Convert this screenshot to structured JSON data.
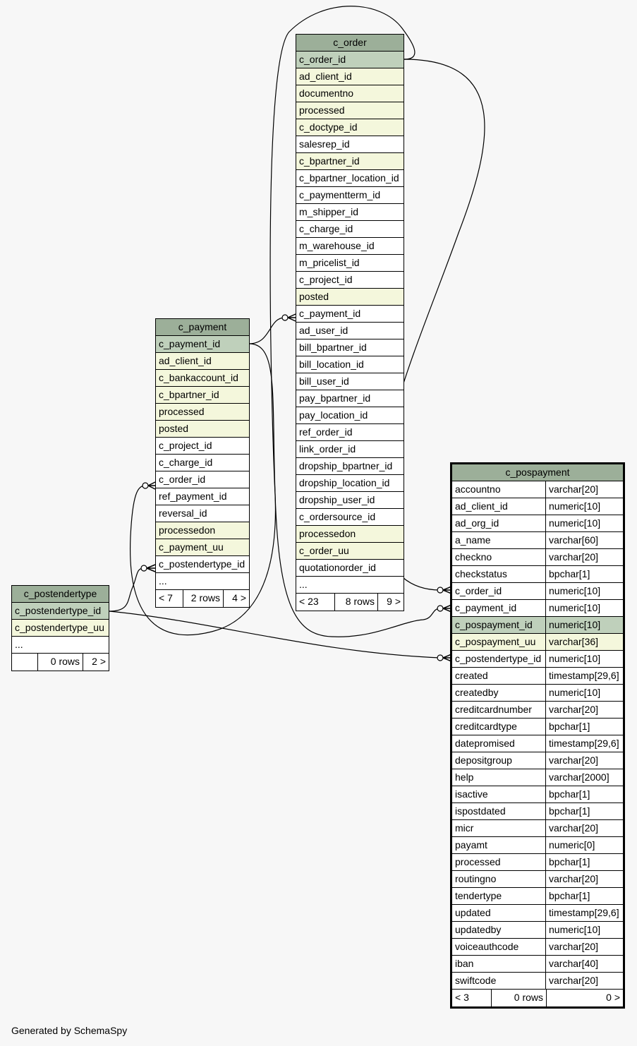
{
  "footer": "Generated by SchemaSpy",
  "tables": {
    "c_order": {
      "title": "c_order",
      "columns": [
        {
          "name": "c_order_id",
          "kind": "pk"
        },
        {
          "name": "ad_client_id",
          "kind": "fk"
        },
        {
          "name": "documentno",
          "kind": "fk"
        },
        {
          "name": "processed",
          "kind": "fk"
        },
        {
          "name": "c_doctype_id",
          "kind": "fk"
        },
        {
          "name": "salesrep_id",
          "kind": ""
        },
        {
          "name": "c_bpartner_id",
          "kind": "fk"
        },
        {
          "name": "c_bpartner_location_id",
          "kind": ""
        },
        {
          "name": "c_paymentterm_id",
          "kind": ""
        },
        {
          "name": "m_shipper_id",
          "kind": ""
        },
        {
          "name": "c_charge_id",
          "kind": ""
        },
        {
          "name": "m_warehouse_id",
          "kind": ""
        },
        {
          "name": "m_pricelist_id",
          "kind": ""
        },
        {
          "name": "c_project_id",
          "kind": ""
        },
        {
          "name": "posted",
          "kind": "fk"
        },
        {
          "name": "c_payment_id",
          "kind": ""
        },
        {
          "name": "ad_user_id",
          "kind": ""
        },
        {
          "name": "bill_bpartner_id",
          "kind": ""
        },
        {
          "name": "bill_location_id",
          "kind": ""
        },
        {
          "name": "bill_user_id",
          "kind": ""
        },
        {
          "name": "pay_bpartner_id",
          "kind": ""
        },
        {
          "name": "pay_location_id",
          "kind": ""
        },
        {
          "name": "ref_order_id",
          "kind": ""
        },
        {
          "name": "link_order_id",
          "kind": ""
        },
        {
          "name": "dropship_bpartner_id",
          "kind": ""
        },
        {
          "name": "dropship_location_id",
          "kind": ""
        },
        {
          "name": "dropship_user_id",
          "kind": ""
        },
        {
          "name": "c_ordersource_id",
          "kind": ""
        },
        {
          "name": "processedon",
          "kind": "fk"
        },
        {
          "name": "c_order_uu",
          "kind": "fk"
        },
        {
          "name": "quotationorder_id",
          "kind": ""
        },
        {
          "name": "...",
          "kind": ""
        }
      ],
      "footer": [
        "< 23",
        "8 rows",
        "9 >"
      ]
    },
    "c_payment": {
      "title": "c_payment",
      "columns": [
        {
          "name": "c_payment_id",
          "kind": "pk"
        },
        {
          "name": "ad_client_id",
          "kind": "fk"
        },
        {
          "name": "c_bankaccount_id",
          "kind": "fk"
        },
        {
          "name": "c_bpartner_id",
          "kind": "fk"
        },
        {
          "name": "processed",
          "kind": "fk"
        },
        {
          "name": "posted",
          "kind": "fk"
        },
        {
          "name": "c_project_id",
          "kind": ""
        },
        {
          "name": "c_charge_id",
          "kind": ""
        },
        {
          "name": "c_order_id",
          "kind": ""
        },
        {
          "name": "ref_payment_id",
          "kind": ""
        },
        {
          "name": "reversal_id",
          "kind": ""
        },
        {
          "name": "processedon",
          "kind": "fk"
        },
        {
          "name": "c_payment_uu",
          "kind": "fk"
        },
        {
          "name": "c_postendertype_id",
          "kind": ""
        },
        {
          "name": "...",
          "kind": ""
        }
      ],
      "footer": [
        "< 7",
        "2 rows",
        "4 >"
      ]
    },
    "c_postendertype": {
      "title": "c_postendertype",
      "columns": [
        {
          "name": "c_postendertype_id",
          "kind": "pk"
        },
        {
          "name": "c_postendertype_uu",
          "kind": "fk"
        },
        {
          "name": "...",
          "kind": ""
        }
      ],
      "footer": [
        "",
        "0 rows",
        "2 >"
      ]
    },
    "c_pospayment": {
      "title": "c_pospayment",
      "columns": [
        {
          "name": "accountno",
          "type": "varchar[20]",
          "kind": ""
        },
        {
          "name": "ad_client_id",
          "type": "numeric[10]",
          "kind": ""
        },
        {
          "name": "ad_org_id",
          "type": "numeric[10]",
          "kind": ""
        },
        {
          "name": "a_name",
          "type": "varchar[60]",
          "kind": ""
        },
        {
          "name": "checkno",
          "type": "varchar[20]",
          "kind": ""
        },
        {
          "name": "checkstatus",
          "type": "bpchar[1]",
          "kind": ""
        },
        {
          "name": "c_order_id",
          "type": "numeric[10]",
          "kind": ""
        },
        {
          "name": "c_payment_id",
          "type": "numeric[10]",
          "kind": ""
        },
        {
          "name": "c_pospayment_id",
          "type": "numeric[10]",
          "kind": "pk"
        },
        {
          "name": "c_pospayment_uu",
          "type": "varchar[36]",
          "kind": "fk"
        },
        {
          "name": "c_postendertype_id",
          "type": "numeric[10]",
          "kind": ""
        },
        {
          "name": "created",
          "type": "timestamp[29,6]",
          "kind": ""
        },
        {
          "name": "createdby",
          "type": "numeric[10]",
          "kind": ""
        },
        {
          "name": "creditcardnumber",
          "type": "varchar[20]",
          "kind": ""
        },
        {
          "name": "creditcardtype",
          "type": "bpchar[1]",
          "kind": ""
        },
        {
          "name": "datepromised",
          "type": "timestamp[29,6]",
          "kind": ""
        },
        {
          "name": "depositgroup",
          "type": "varchar[20]",
          "kind": ""
        },
        {
          "name": "help",
          "type": "varchar[2000]",
          "kind": ""
        },
        {
          "name": "isactive",
          "type": "bpchar[1]",
          "kind": ""
        },
        {
          "name": "ispostdated",
          "type": "bpchar[1]",
          "kind": ""
        },
        {
          "name": "micr",
          "type": "varchar[20]",
          "kind": ""
        },
        {
          "name": "payamt",
          "type": "numeric[0]",
          "kind": ""
        },
        {
          "name": "processed",
          "type": "bpchar[1]",
          "kind": ""
        },
        {
          "name": "routingno",
          "type": "varchar[20]",
          "kind": ""
        },
        {
          "name": "tendertype",
          "type": "bpchar[1]",
          "kind": ""
        },
        {
          "name": "updated",
          "type": "timestamp[29,6]",
          "kind": ""
        },
        {
          "name": "updatedby",
          "type": "numeric[10]",
          "kind": ""
        },
        {
          "name": "voiceauthcode",
          "type": "varchar[20]",
          "kind": ""
        },
        {
          "name": "iban",
          "type": "varchar[40]",
          "kind": ""
        },
        {
          "name": "swiftcode",
          "type": "varchar[20]",
          "kind": ""
        }
      ],
      "footer": [
        "< 3",
        "0 rows",
        "0 >"
      ]
    }
  },
  "relationships": [
    {
      "from": "c_pospayment.c_order_id",
      "to": "c_order.c_order_id"
    },
    {
      "from": "c_pospayment.c_payment_id",
      "to": "c_payment.c_payment_id"
    },
    {
      "from": "c_pospayment.c_postendertype_id",
      "to": "c_postendertype.c_postendertype_id"
    },
    {
      "from": "c_order.c_payment_id",
      "to": "c_payment.c_payment_id"
    },
    {
      "from": "c_payment.c_order_id",
      "to": "c_order.c_order_id"
    },
    {
      "from": "c_payment.c_postendertype_id",
      "to": "c_postendertype.c_postendertype_id"
    }
  ]
}
